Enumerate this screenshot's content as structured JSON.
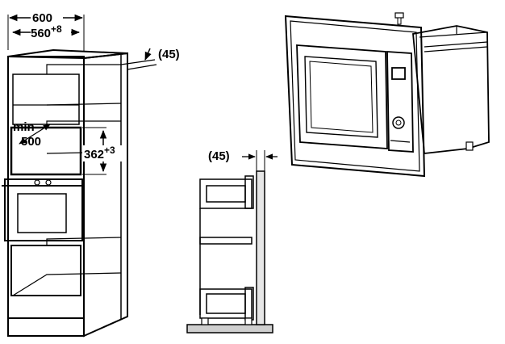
{
  "dimensions": {
    "cabinet_width": "600",
    "niche_width": "560",
    "niche_width_tolerance": "+8",
    "niche_height": "362",
    "niche_height_tolerance": "+3",
    "min_label": "min",
    "min_depth": "500",
    "frame_gap": "(45)",
    "side_gap": "(45)"
  },
  "colors": {
    "stroke": "#000000",
    "cabinet_fill": "#ffffff",
    "side_panel_fill": "#e6e6e6",
    "floor_fill": "#cfcfcf",
    "appliance_fill": "#ffffff"
  }
}
